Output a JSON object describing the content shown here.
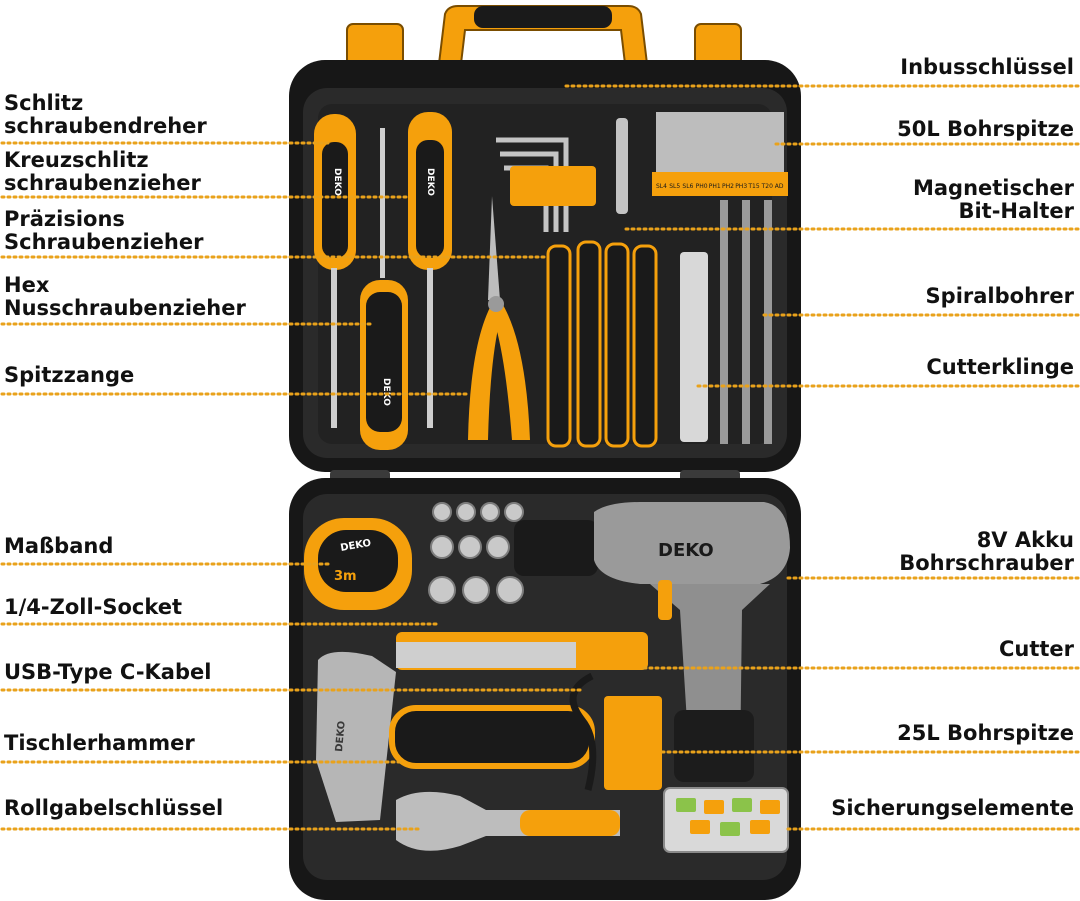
{
  "colors": {
    "background": "#ffffff",
    "case": "#1c1c1c",
    "case_inner": "#2b2b2b",
    "accent": "#f5a00c",
    "leader": "#e9a21b",
    "label_text": "#111111",
    "drill_grey": "#9a9a9a"
  },
  "brand": {
    "name": "DEKO"
  },
  "tape": {
    "size": "3m"
  },
  "bits": {
    "codes": [
      "SL4",
      "SL5",
      "SL6",
      "PH0",
      "PH1",
      "PH2",
      "PH3",
      "T15",
      "T20",
      "AD"
    ]
  },
  "labels": {
    "left": [
      {
        "id": "flathead",
        "lines": [
          "Schlitz",
          "schraubendreher"
        ]
      },
      {
        "id": "phillips",
        "lines": [
          "Kreuzschlitz",
          "schraubenzieher"
        ]
      },
      {
        "id": "precision",
        "lines": [
          "Präzisions",
          "Schraubenzieher"
        ]
      },
      {
        "id": "hexnut",
        "lines": [
          "Hex",
          "Nusschraubenzieher"
        ]
      },
      {
        "id": "pliers",
        "lines": [
          "Spitzzange"
        ]
      },
      {
        "id": "tape",
        "lines": [
          "Maßband"
        ]
      },
      {
        "id": "socket",
        "lines": [
          "1/4-Zoll-Socket"
        ]
      },
      {
        "id": "usb",
        "lines": [
          "USB-Type C-Kabel"
        ]
      },
      {
        "id": "hammer",
        "lines": [
          "Tischlerhammer"
        ]
      },
      {
        "id": "wrench",
        "lines": [
          "Rollgabelschlüssel"
        ]
      }
    ],
    "right": [
      {
        "id": "allen",
        "lines": [
          "Inbusschlüssel"
        ]
      },
      {
        "id": "bits50",
        "lines": [
          "50L Bohrspitze"
        ]
      },
      {
        "id": "bitholder",
        "lines": [
          "Magnetischer",
          "Bit-Halter"
        ]
      },
      {
        "id": "twistdrill",
        "lines": [
          "Spiralbohrer"
        ]
      },
      {
        "id": "blade",
        "lines": [
          "Cutterklinge"
        ]
      },
      {
        "id": "drill",
        "lines": [
          "8V Akku",
          "Bohrschrauber"
        ]
      },
      {
        "id": "cutter",
        "lines": [
          "Cutter"
        ]
      },
      {
        "id": "bits25",
        "lines": [
          "25L Bohrspitze"
        ]
      },
      {
        "id": "anchors",
        "lines": [
          "Sicherungselemente"
        ]
      }
    ]
  }
}
